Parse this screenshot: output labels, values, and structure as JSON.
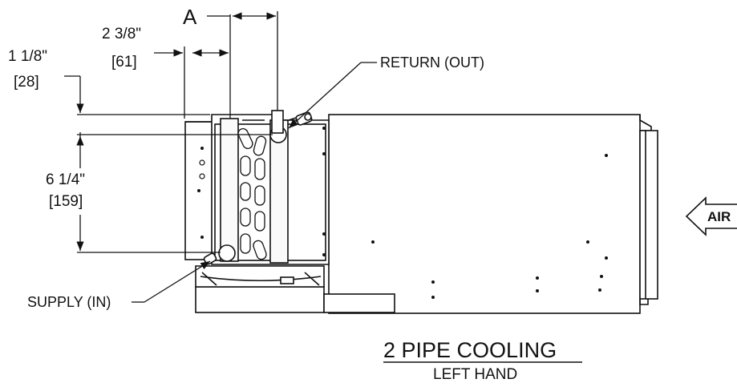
{
  "labels": {
    "dim_a": "A",
    "dim_width_in": "2 3/8\"",
    "dim_width_mm": "[61]",
    "dim_offset_in": "1 1/8\"",
    "dim_offset_mm": "[28]",
    "dim_height_in": "6 1/4\"",
    "dim_height_mm": "[159]",
    "return": "RETURN (OUT)",
    "supply": "SUPPLY (IN)",
    "air": "AIR",
    "title": "2 PIPE COOLING",
    "subtitle": "LEFT HAND"
  },
  "colors": {
    "line": "#111111",
    "fill_light": "#f2f2f2",
    "fill_mid": "#d9d9d9",
    "fill_dark": "#444444"
  }
}
